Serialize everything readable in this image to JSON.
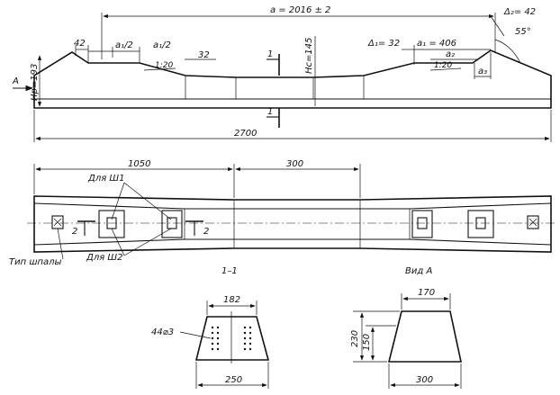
{
  "side_view": {
    "dim_a": "a = 2016 ± 2",
    "dim_42": "42",
    "dim_a1_half_left": "a₁/2",
    "dim_a1_half_right": "a₁/2",
    "slope_left": "1:20",
    "dim_32": "32",
    "hp": "Hp=193",
    "hc": "Hc=145",
    "section_mark": "1",
    "delta1": "Δ₁= 32",
    "a1_406": "a₁ = 406",
    "a2": "a₂",
    "slope_right": "1:20",
    "a3": "a₃",
    "delta2": "Δ₂= 42",
    "angle": "55°",
    "view_letter": "A",
    "length_total": "2700"
  },
  "plan_view": {
    "dim_1050": "1050",
    "dim_300": "300",
    "label_sh1": "Для Ш1",
    "label_sh2": "Для Ш2",
    "label_type": "Тип шпалы",
    "cut_mark_left": "2",
    "cut_mark_right": "2"
  },
  "section_1_1": {
    "title": "1–1",
    "top_width": "182",
    "bottom_width": "250",
    "wires": "44⌀3"
  },
  "view_a": {
    "title": "Вид А",
    "top_width": "170",
    "height_total": "230",
    "height_150": "150",
    "bottom_width": "300"
  }
}
